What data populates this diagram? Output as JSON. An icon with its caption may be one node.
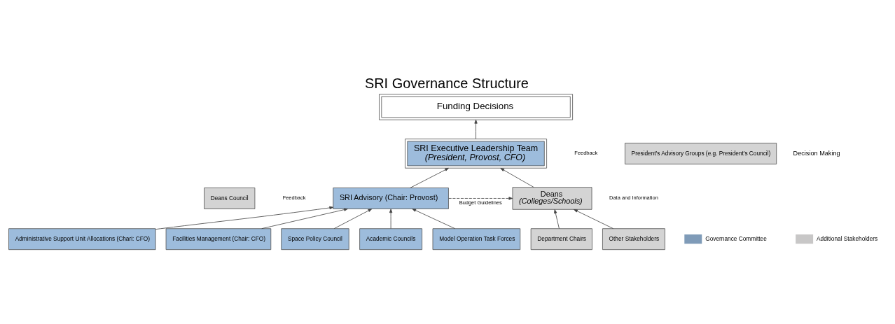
{
  "diagram": {
    "title": "SRI Governance Structure",
    "nodes": [
      {
        "text": [
          "Funding Decisions"
        ]
      },
      {
        "text": [
          "SRI Executive Leadership Team",
          "(President, Provost, CFO)"
        ]
      },
      {
        "text": [
          "President's Advisory Groups (e.g. President's Council)"
        ]
      },
      {
        "text": [
          "Deans Council"
        ]
      },
      {
        "text": [
          "SRI Advisory (Chair: Provost)"
        ]
      },
      {
        "text": [
          "Deans",
          "(Colleges/Schools)"
        ]
      },
      {
        "text": [
          "Administrative Support Unit Allocations (Chari: CFO)"
        ]
      },
      {
        "text": [
          "Facilities Management (Chair: CFO)"
        ]
      },
      {
        "text": [
          "Space Policy Council"
        ]
      },
      {
        "text": [
          "Academic Councils"
        ]
      },
      {
        "text": [
          "Model Operation Task Forces"
        ]
      },
      {
        "text": [
          "Department Chairs"
        ]
      },
      {
        "text": [
          "Other Stakeholders"
        ]
      }
    ],
    "edges": [
      {
        "from": 1,
        "to": 0,
        "arrow": "to"
      },
      {
        "from": 4,
        "to": 1,
        "arrow": "to"
      },
      {
        "from": 5,
        "to": 1,
        "arrow": "to"
      },
      {
        "from": 4,
        "to": 5,
        "arrow": "to",
        "style": "dashed",
        "label": "Budget Guidelines"
      },
      {
        "from": 6,
        "to": 4,
        "arrow": "to"
      },
      {
        "from": 7,
        "to": 4,
        "arrow": "to"
      },
      {
        "from": 8,
        "to": 4,
        "arrow": "to"
      },
      {
        "from": 9,
        "to": 4,
        "arrow": "to"
      },
      {
        "from": 10,
        "to": 4,
        "arrow": "to"
      },
      {
        "from": 11,
        "to": 5,
        "arrow": "to"
      },
      {
        "from": 12,
        "to": 5,
        "arrow": "to"
      }
    ],
    "labels": [
      "Decision Making",
      "Feedback",
      "Feedback",
      "Data and Information"
    ],
    "legend": [
      {
        "text": "Governance Committee",
        "color": "#7f9bb8"
      },
      {
        "text": "Additional Stakeholders",
        "color": "#c8c7c7"
      }
    ]
  }
}
